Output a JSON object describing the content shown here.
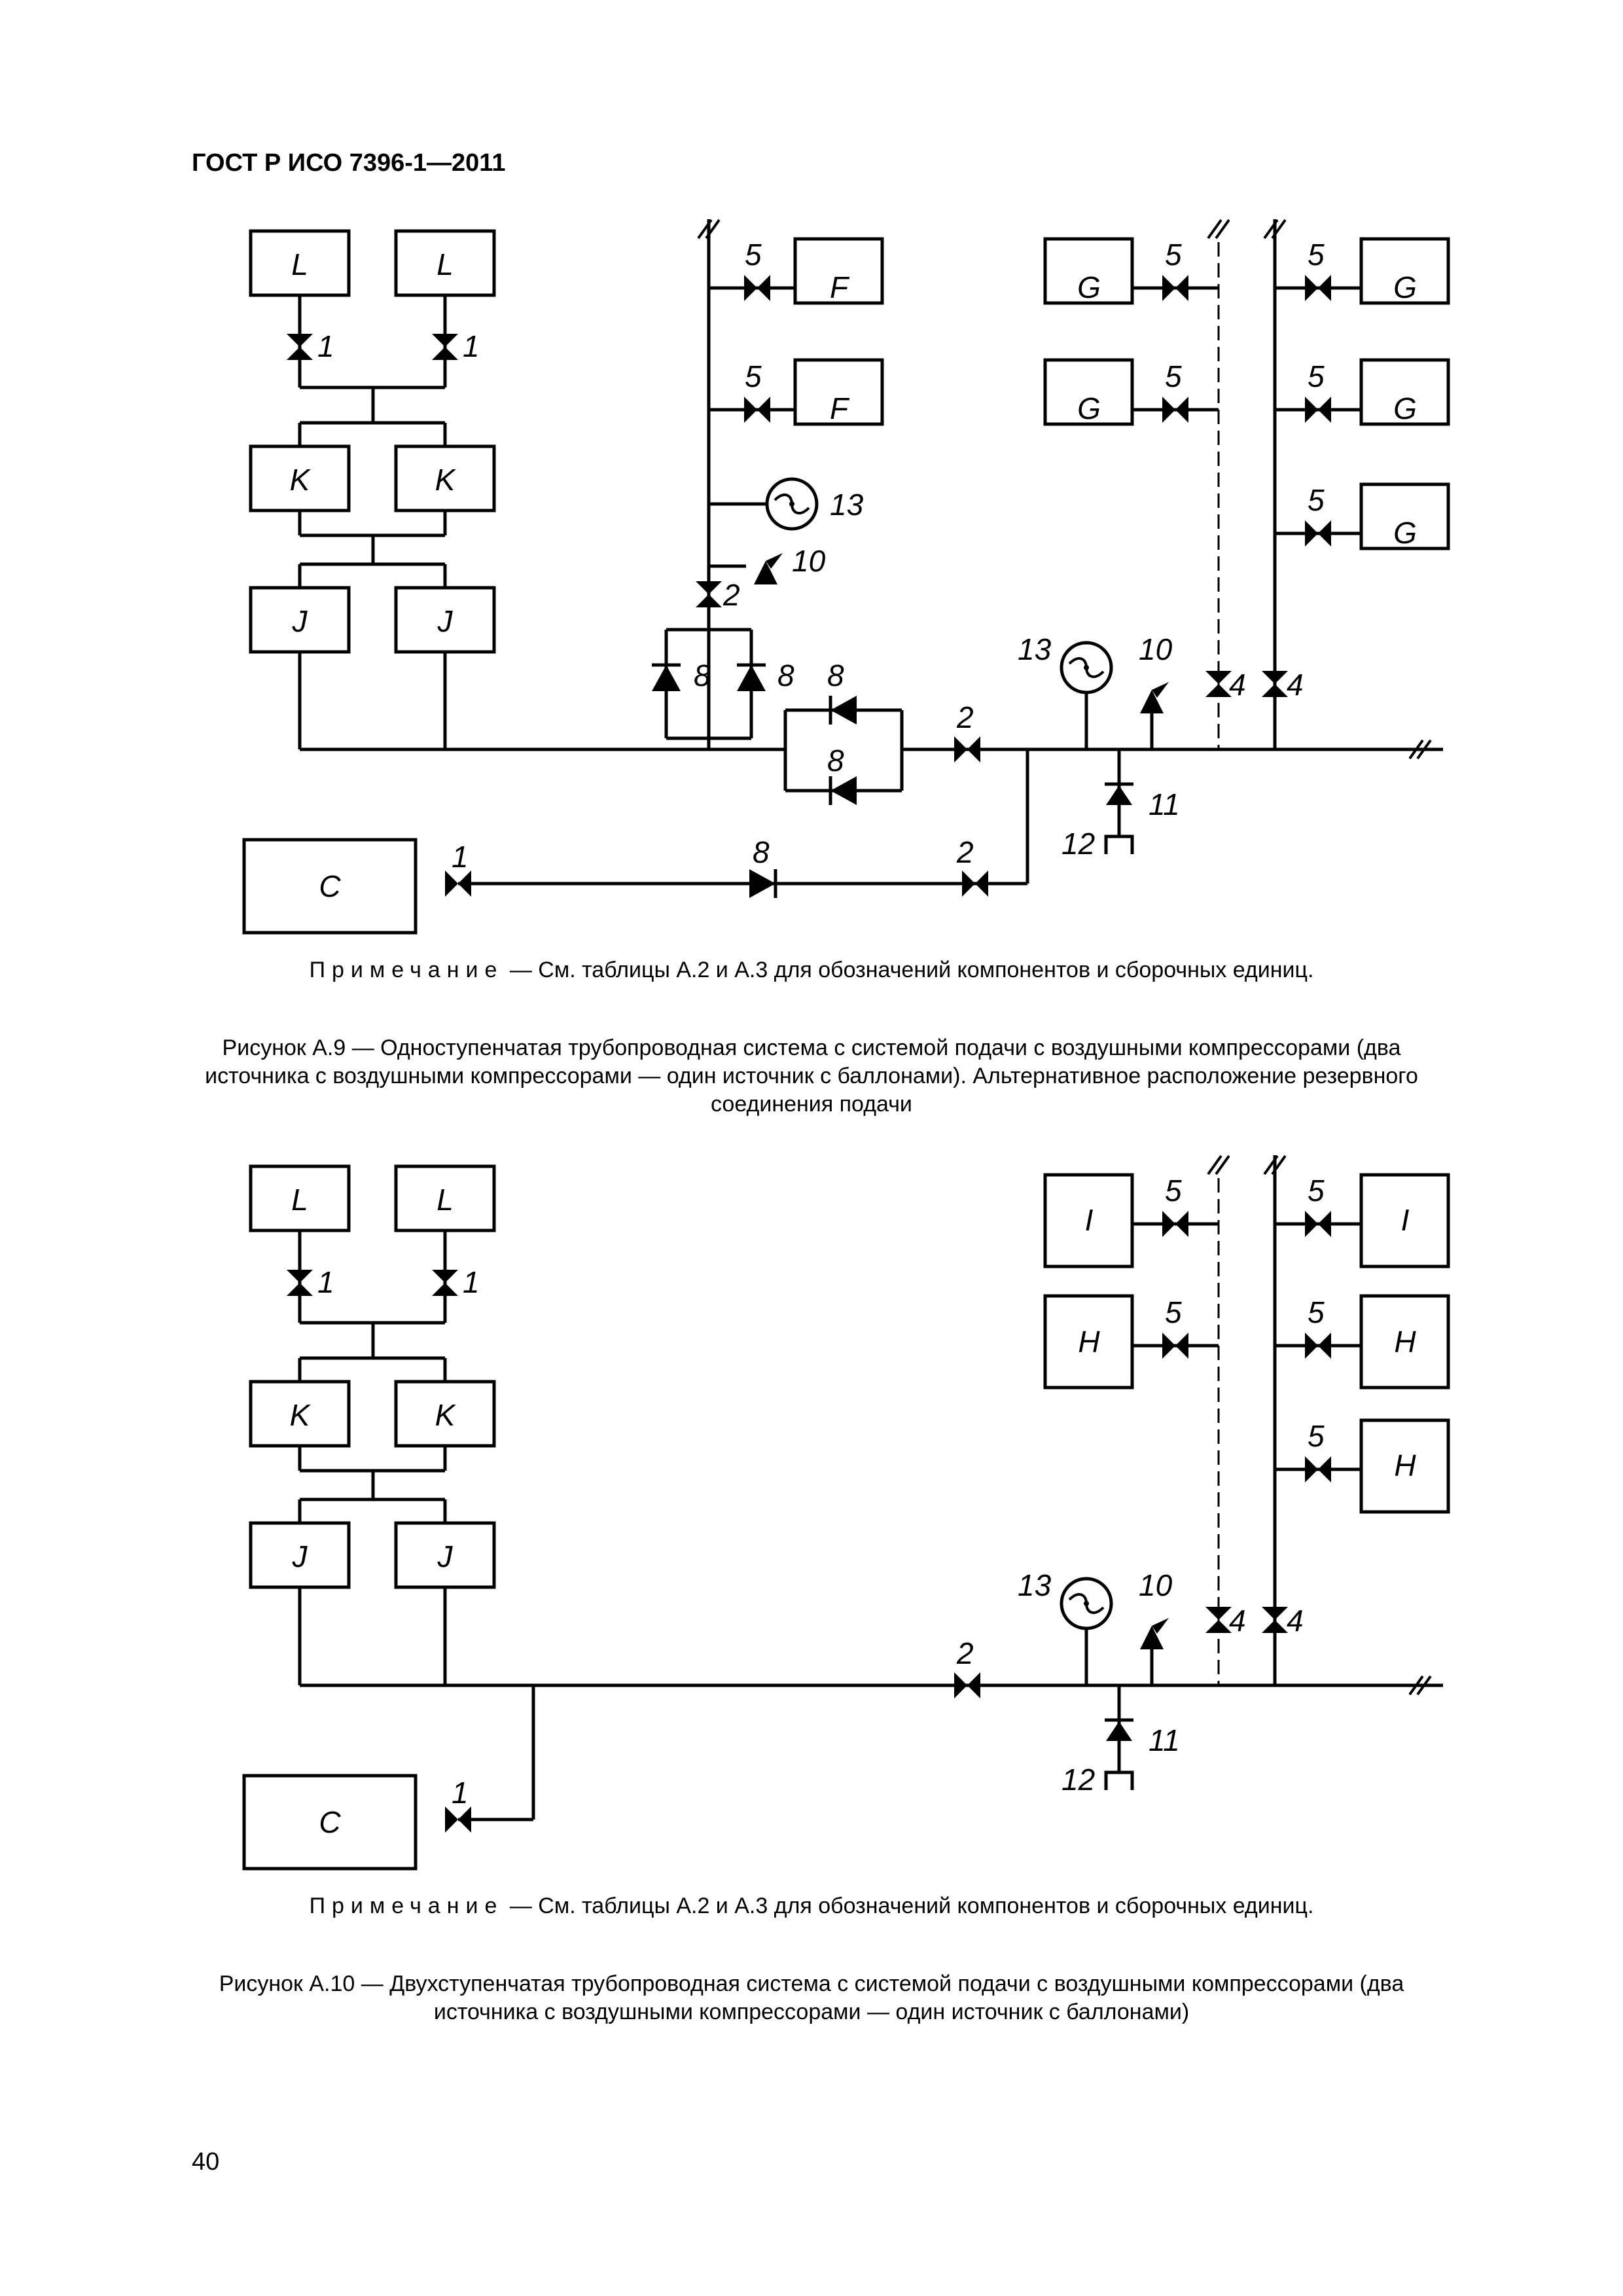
{
  "header": {
    "title": "ГОСТ Р ИСО 7396-1—2011"
  },
  "figure_a9": {
    "boxes": {
      "L": "L",
      "K": "K",
      "J": "J",
      "F": "F",
      "G": "G",
      "C": "C"
    },
    "labels": {
      "n1": "1",
      "n2": "2",
      "n4": "4",
      "n5": "5",
      "n8": "8",
      "n10": "10",
      "n11": "11",
      "n12": "12",
      "n13": "13"
    },
    "note_prefix": "Примечание",
    "note_text": "— См. таблицы А.2 и А.3 для обозначений компонентов и сборочных единиц.",
    "caption": "Рисунок А.9 — Одноступенчатая трубопроводная система с системой подачи с воздушными компрессорами (два источника с воздушными компрессорами — один источник с баллонами). Альтернативное расположение резервного соединения подачи"
  },
  "figure_a10": {
    "boxes": {
      "L": "L",
      "K": "K",
      "J": "J",
      "I": "I",
      "H": "H",
      "C": "C"
    },
    "labels": {
      "n1": "1",
      "n2": "2",
      "n4": "4",
      "n5": "5",
      "n10": "10",
      "n11": "11",
      "n12": "12",
      "n13": "13"
    },
    "note_prefix": "Примечание",
    "note_text": "— См. таблицы А.2 и А.3 для обозначений компонентов и сборочных единиц.",
    "caption": "Рисунок А.10 — Двухступенчатая трубопроводная система с системой подачи с воздушными компрессорами (два источника с воздушными компрессорами — один источник с баллонами)"
  },
  "page": {
    "number": "40"
  }
}
